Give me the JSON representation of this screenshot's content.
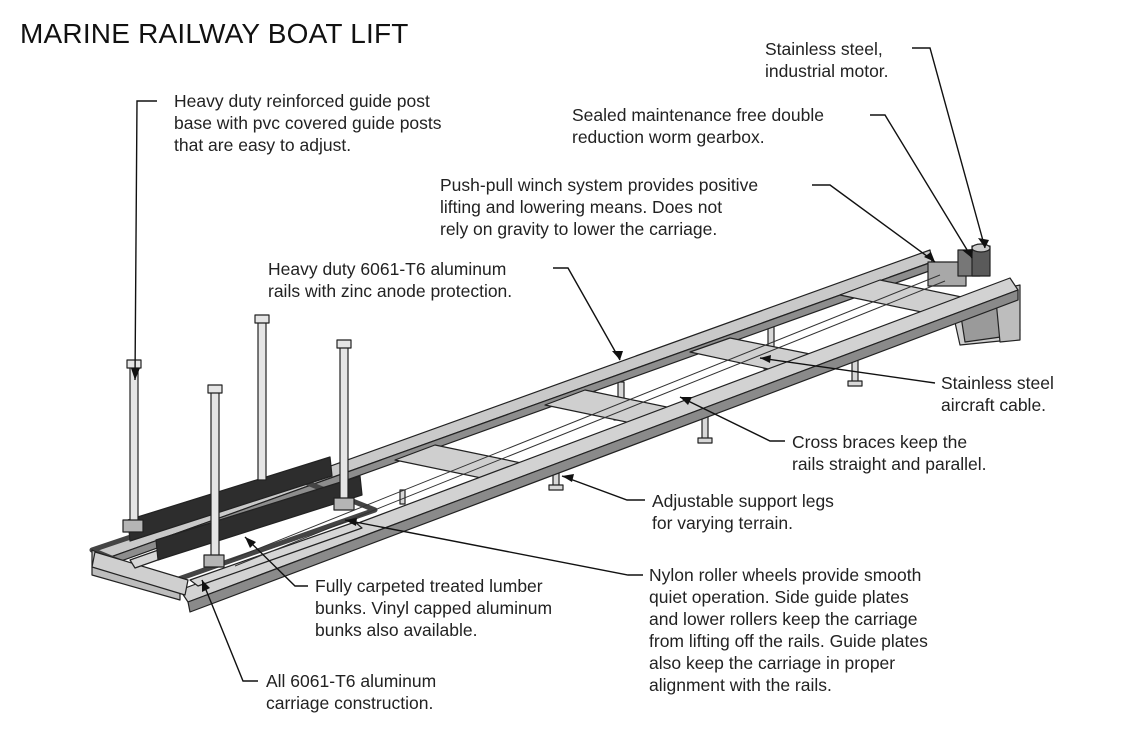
{
  "title": "MARINE RAILWAY BOAT LIFT",
  "callouts": [
    {
      "id": "motor",
      "lines": [
        "Stainless steel,",
        "industrial motor."
      ]
    },
    {
      "id": "gearbox",
      "lines": [
        "Sealed maintenance free double",
        "reduction worm gearbox."
      ]
    },
    {
      "id": "guide-post",
      "lines": [
        "Heavy duty reinforced guide post",
        "base with pvc covered guide posts",
        "that are easy to adjust."
      ]
    },
    {
      "id": "winch",
      "lines": [
        "Push-pull winch system provides positive",
        "lifting and lowering means. Does not",
        "rely on gravity to lower the carriage."
      ]
    },
    {
      "id": "rails",
      "lines": [
        "Heavy duty 6061-T6 aluminum",
        "rails with zinc anode protection."
      ]
    },
    {
      "id": "cable",
      "lines": [
        "Stainless steel",
        "aircraft cable."
      ]
    },
    {
      "id": "cross-braces",
      "lines": [
        "Cross braces keep the",
        "rails straight and parallel."
      ]
    },
    {
      "id": "support-legs",
      "lines": [
        "Adjustable support legs",
        "for varying terrain."
      ]
    },
    {
      "id": "rollers",
      "lines": [
        "Nylon roller wheels provide smooth",
        "quiet operation. Side guide plates",
        "and lower rollers keep the carriage",
        "from lifting off the rails.  Guide plates",
        "also keep the carriage in proper",
        "alignment with the rails."
      ]
    },
    {
      "id": "bunks",
      "lines": [
        "Fully  carpeted  treated  lumber",
        "bunks. Vinyl capped aluminum",
        "bunks also available."
      ]
    },
    {
      "id": "carriage",
      "lines": [
        "All 6061-T6 aluminum",
        "carriage construction."
      ]
    }
  ]
}
